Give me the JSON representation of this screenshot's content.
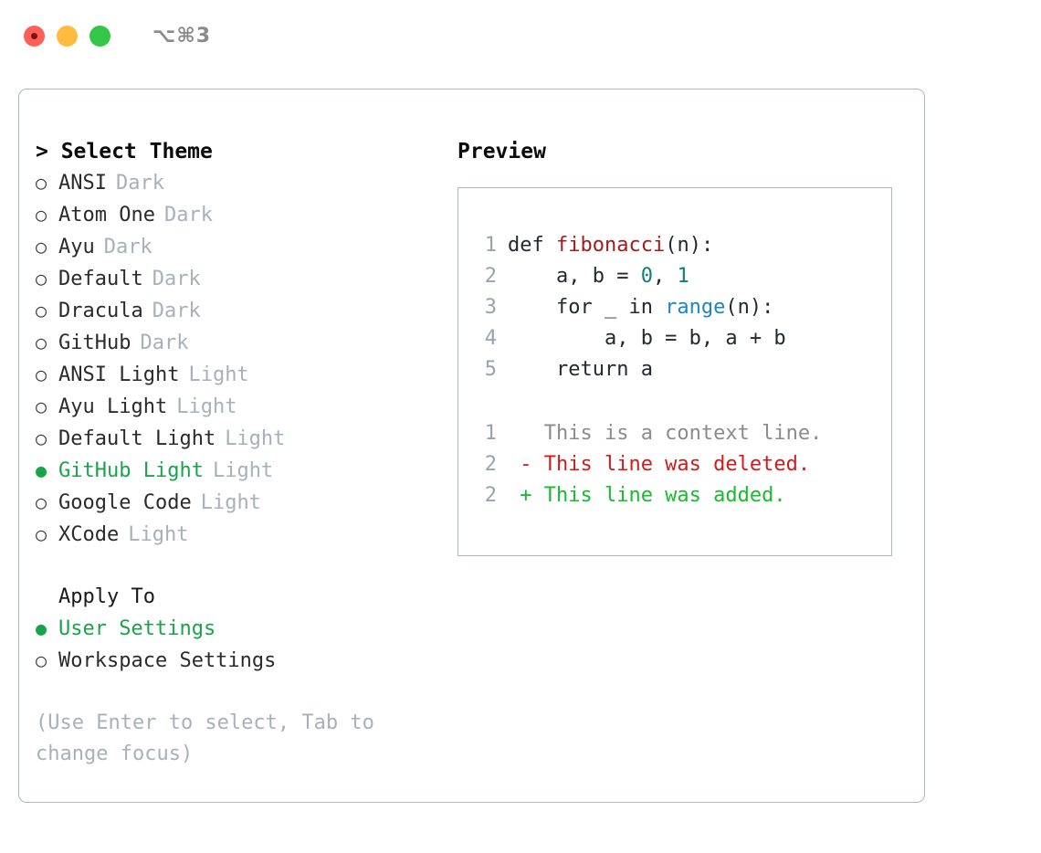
{
  "titlebar": {
    "shortcut": "⌥⌘3",
    "buttons": [
      {
        "name": "close",
        "color": "#fc6058"
      },
      {
        "name": "minimize",
        "color": "#fdbc40"
      },
      {
        "name": "maximize",
        "color": "#33c748"
      }
    ]
  },
  "theme_picker": {
    "heading": "> Select Theme",
    "items": [
      {
        "bullet": "○",
        "label": "ANSI",
        "tag": "Dark",
        "selected": false
      },
      {
        "bullet": "○",
        "label": "Atom One",
        "tag": "Dark",
        "selected": false
      },
      {
        "bullet": "○",
        "label": "Ayu",
        "tag": "Dark",
        "selected": false
      },
      {
        "bullet": "○",
        "label": "Default",
        "tag": "Dark",
        "selected": false
      },
      {
        "bullet": "○",
        "label": "Dracula",
        "tag": "Dark",
        "selected": false
      },
      {
        "bullet": "○",
        "label": "GitHub",
        "tag": "Dark",
        "selected": false
      },
      {
        "bullet": "○",
        "label": "ANSI Light",
        "tag": "Light",
        "selected": false
      },
      {
        "bullet": "○",
        "label": "Ayu Light",
        "tag": "Light",
        "selected": false
      },
      {
        "bullet": "○",
        "label": "Default Light",
        "tag": "Light",
        "selected": false
      },
      {
        "bullet": "●",
        "label": "GitHub Light",
        "tag": "Light",
        "selected": true
      },
      {
        "bullet": "○",
        "label": "Google Code",
        "tag": "Light",
        "selected": false
      },
      {
        "bullet": "○",
        "label": "XCode",
        "tag": "Light",
        "selected": false
      }
    ]
  },
  "apply_to": {
    "heading": "Apply To",
    "items": [
      {
        "bullet": "●",
        "label": "User Settings",
        "selected": true
      },
      {
        "bullet": "○",
        "label": "Workspace Settings",
        "selected": false
      }
    ]
  },
  "hint": "(Use Enter to select, Tab to change focus)",
  "preview": {
    "heading": "Preview",
    "code_lines": [
      {
        "no": "1",
        "tokens": [
          {
            "t": "def ",
            "c": "plain"
          },
          {
            "t": "fibonacci",
            "c": "fn"
          },
          {
            "t": "(n):",
            "c": "plain"
          }
        ]
      },
      {
        "no": "2",
        "tokens": [
          {
            "t": "    a, b = ",
            "c": "plain"
          },
          {
            "t": "0",
            "c": "num"
          },
          {
            "t": ", ",
            "c": "plain"
          },
          {
            "t": "1",
            "c": "num"
          }
        ]
      },
      {
        "no": "3",
        "tokens": [
          {
            "t": "    for _ in ",
            "c": "plain"
          },
          {
            "t": "range",
            "c": "call"
          },
          {
            "t": "(n):",
            "c": "plain"
          }
        ]
      },
      {
        "no": "4",
        "tokens": [
          {
            "t": "        a, b = b, a + b",
            "c": "plain"
          }
        ]
      },
      {
        "no": "5",
        "tokens": [
          {
            "t": "    return a",
            "c": "plain"
          }
        ]
      }
    ],
    "diff_lines": [
      {
        "no": "1",
        "marker": " ",
        "text": " This is a context line.",
        "kind": "ctx"
      },
      {
        "no": "2",
        "marker": "-",
        "text": " This line was deleted.",
        "kind": "del"
      },
      {
        "no": "2",
        "marker": "+",
        "text": " This line was added.",
        "kind": "add"
      }
    ]
  },
  "colors": {
    "accent_green": "#19a44a",
    "muted": "#a8b0bb",
    "border": "#aeb6c4",
    "diff_add": "#17bb2e",
    "diff_del": "#d11b1b",
    "fn": "#a31c1c",
    "num": "#0d7f7f",
    "call": "#1a86c9"
  }
}
